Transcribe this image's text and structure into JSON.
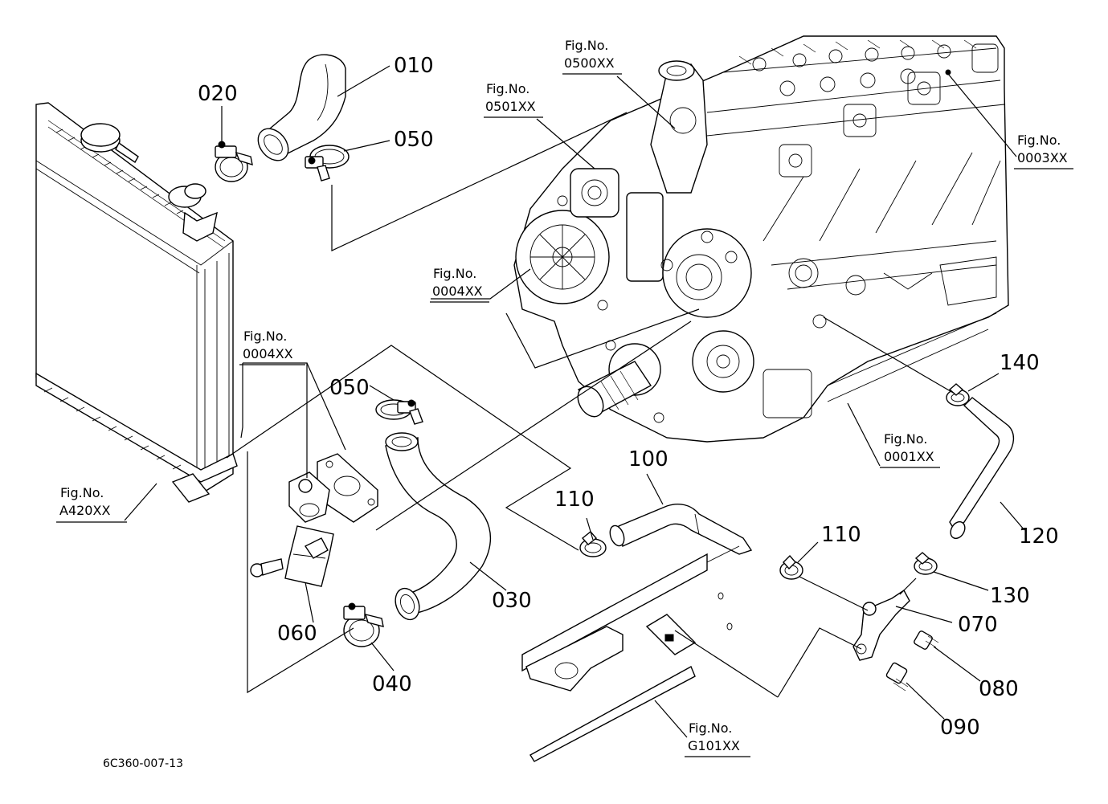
{
  "parts": {
    "p010": "010",
    "p020": "020",
    "p050a": "050",
    "p050b": "050",
    "p030": "030",
    "p040": "040",
    "p060": "060",
    "p100": "100",
    "p110a": "110",
    "p110b": "110",
    "p120": "120",
    "p130": "130",
    "p140": "140",
    "p070": "070",
    "p080": "080",
    "p090": "090"
  },
  "fig_refs": {
    "r0500": {
      "title": "Fig.No.",
      "code": "0500XX"
    },
    "r0501": {
      "title": "Fig.No.",
      "code": "0501XX"
    },
    "r0003": {
      "title": "Fig.No.",
      "code": "0003XX"
    },
    "r0004a": {
      "title": "Fig.No.",
      "code": "0004XX"
    },
    "r0004b": {
      "title": "Fig.No.",
      "code": "0004XX"
    },
    "r0001": {
      "title": "Fig.No.",
      "code": "0001XX"
    },
    "rA420": {
      "title": "Fig.No.",
      "code": "A420XX"
    },
    "rG101": {
      "title": "Fig.No.",
      "code": "G101XX"
    }
  },
  "drawing_code": "6C360-007-13"
}
